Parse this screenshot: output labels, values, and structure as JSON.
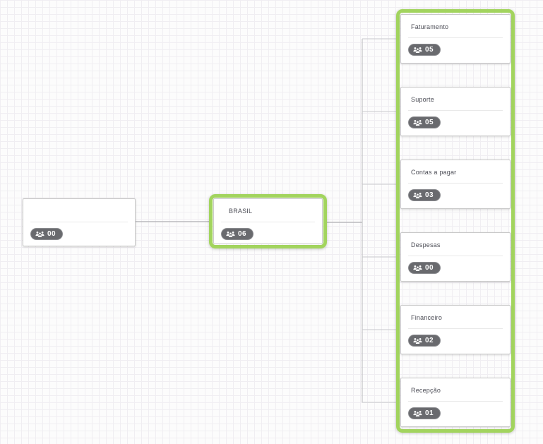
{
  "app": {
    "view": "organization-chart-canvas"
  },
  "colors": {
    "highlight_green": "#a2d45e",
    "badge_bg": "#696a6e",
    "card_border": "#c9c9c9",
    "connector": "#bcbcbf",
    "title_text": "#4c4d56",
    "grid_line": "#f0eef2"
  },
  "icons": {
    "badge_icon": "users-icon"
  },
  "nodes": {
    "root": {
      "title": "",
      "count": "00"
    },
    "brasil": {
      "title": "BRASIL",
      "count": "06",
      "highlighted": true
    },
    "children_group": {
      "highlighted": true
    },
    "children": [
      {
        "title": "Faturamento",
        "count": "05"
      },
      {
        "title": "Suporte",
        "count": "05"
      },
      {
        "title": "Contas a pagar",
        "count": "03"
      },
      {
        "title": "Despesas",
        "count": "00"
      },
      {
        "title": "Financeiro",
        "count": "02"
      },
      {
        "title": "Recepção",
        "count": "01"
      }
    ]
  }
}
